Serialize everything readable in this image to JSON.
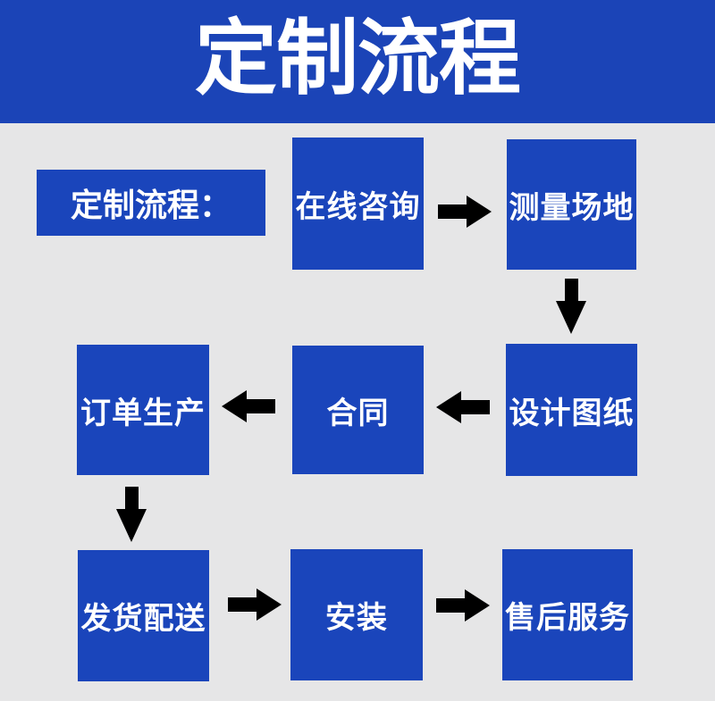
{
  "page": {
    "background_color": "#e6e6e7"
  },
  "banner": {
    "title": "定制流程",
    "background_color": "#1b44b7",
    "text_color": "#ffffff"
  },
  "intro_label": {
    "text": "定制流程：",
    "background_color": "#1a45bb",
    "text_color": "#ffffff"
  },
  "flow": {
    "box_color": "#1a45bb",
    "box_text_color": "#ffffff",
    "arrow_color": "#000000",
    "steps": [
      {
        "label": "在线咨询"
      },
      {
        "label": "测量场地"
      },
      {
        "label": "设计图纸"
      },
      {
        "label": "合同"
      },
      {
        "label": "订单生产"
      },
      {
        "label": "发货配送"
      },
      {
        "label": "安装"
      },
      {
        "label": "售后服务"
      }
    ],
    "arrows": [
      {
        "from": "在线咨询",
        "to": "测量场地",
        "direction": "right"
      },
      {
        "from": "测量场地",
        "to": "设计图纸",
        "direction": "down"
      },
      {
        "from": "设计图纸",
        "to": "合同",
        "direction": "left"
      },
      {
        "from": "合同",
        "to": "订单生产",
        "direction": "left"
      },
      {
        "from": "订单生产",
        "to": "发货配送",
        "direction": "down"
      },
      {
        "from": "发货配送",
        "to": "安装",
        "direction": "right"
      },
      {
        "from": "安装",
        "to": "售后服务",
        "direction": "right"
      }
    ]
  }
}
